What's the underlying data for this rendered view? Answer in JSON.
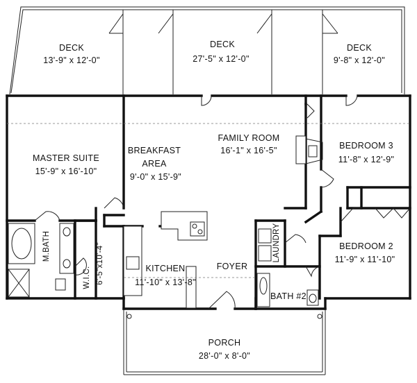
{
  "rooms": {
    "deck_left": {
      "name": "DECK",
      "size": "13'-9\" x 12'-0\""
    },
    "deck_center": {
      "name": "DECK",
      "size": "27'-5\" x 12'-0\""
    },
    "deck_right": {
      "name": "DECK",
      "size": "9'-8\" x 12'-0\""
    },
    "master_suite": {
      "name": "MASTER SUITE",
      "size": "15'-9\" x 16'-10\""
    },
    "breakfast": {
      "name_line1": "BREAKFAST",
      "name_line2": "AREA",
      "size": "9'-0\" x 15'-9\""
    },
    "family_room": {
      "name": "FAMILY ROOM",
      "size": "16'-1\" x 16'-5\""
    },
    "bedroom3": {
      "name": "BEDROOM 3",
      "size": "11'-8\" x 12'-9\""
    },
    "bedroom2": {
      "name": "BEDROOM 2",
      "size": "11'-9\" x 11'-10\""
    },
    "master_bath": {
      "name": "M.BATH"
    },
    "wic": {
      "name": "W.I.C.",
      "size": "6'-5\"x10'-4\""
    },
    "kitchen": {
      "name": "KITCHEN",
      "size": "11'-10\" x 13'-8\""
    },
    "foyer": {
      "name": "FOYER"
    },
    "laundry": {
      "name": "LAUNDRY"
    },
    "bath2": {
      "name": "BATH #2"
    },
    "porch": {
      "name": "PORCH",
      "size": "28'-0\" x 8'-0\""
    }
  }
}
